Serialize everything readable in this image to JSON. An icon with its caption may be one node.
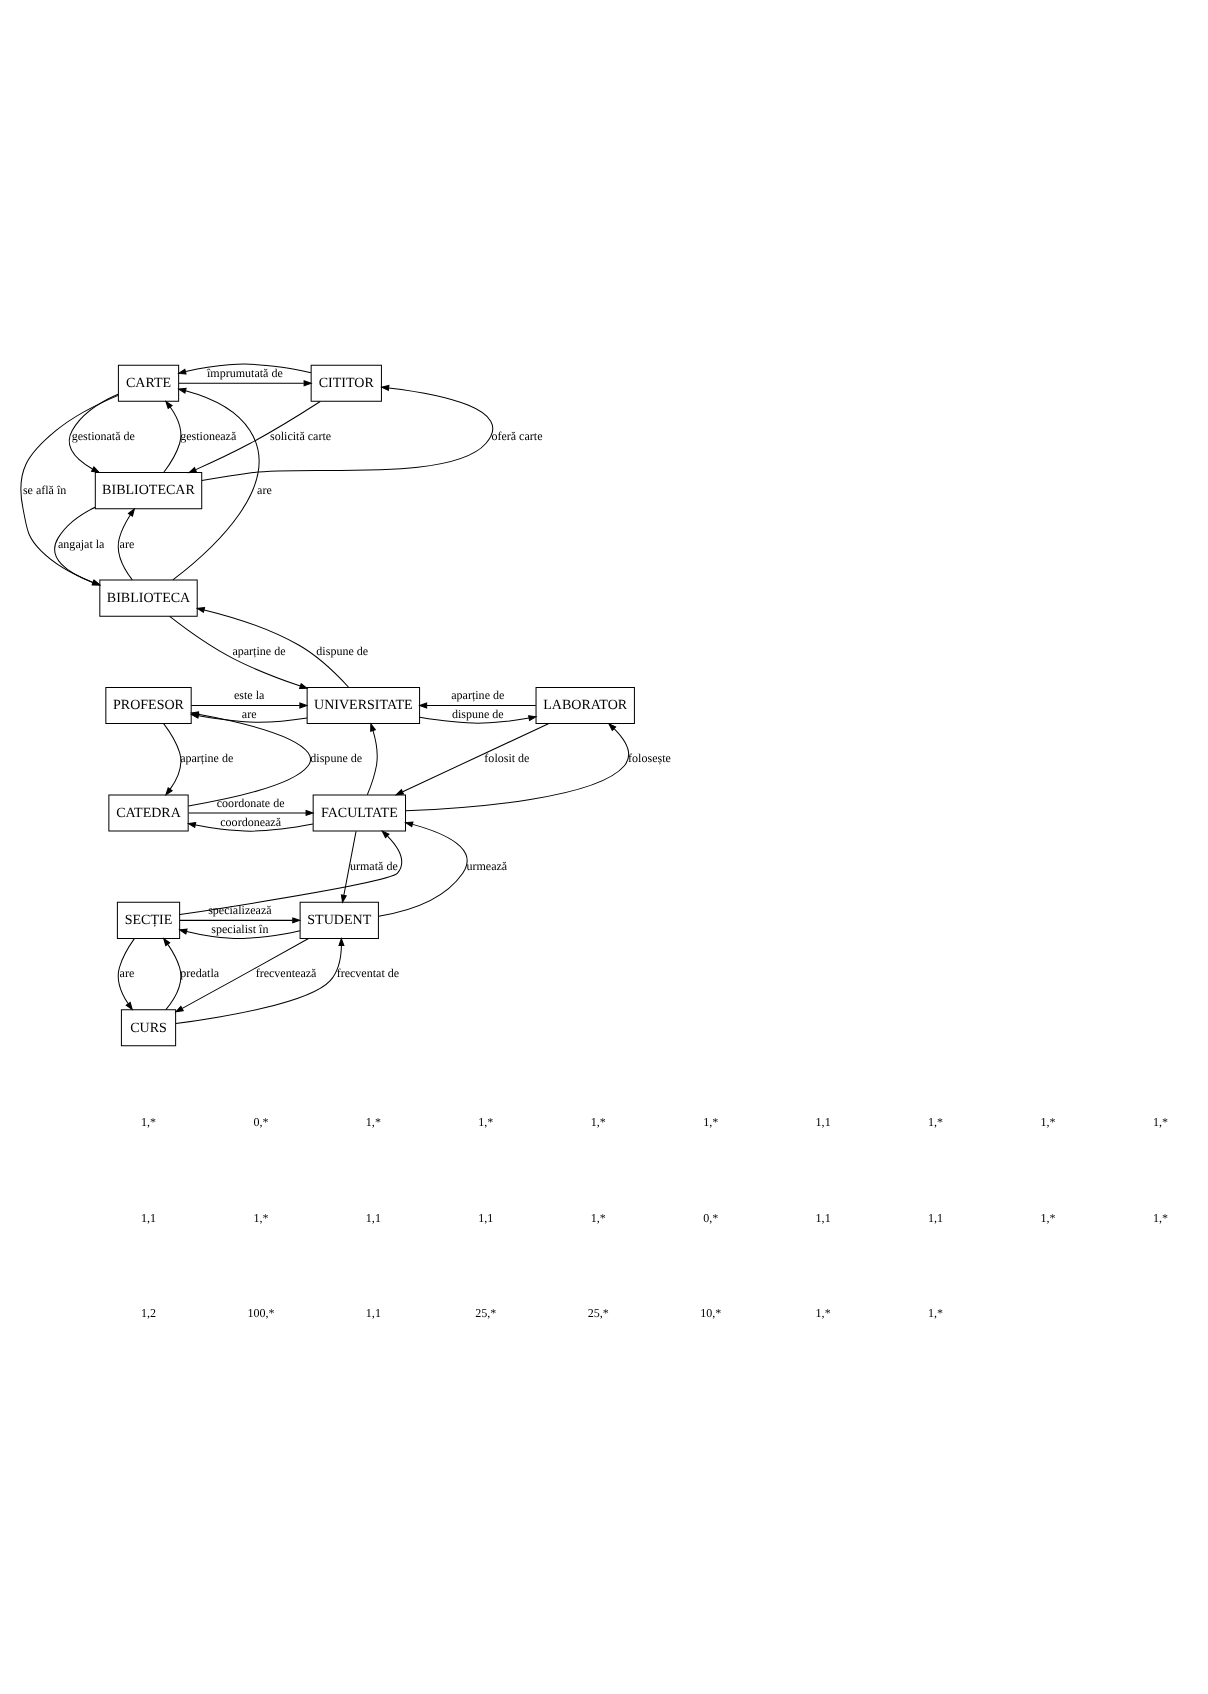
{
  "diagram": {
    "nodes": [
      {
        "text": [
          "CARTE"
        ]
      },
      {
        "text": [
          "CITITOR"
        ]
      },
      {
        "text": [
          "BIBLIOTECAR"
        ]
      },
      {
        "text": [
          "BIBLIOTECA"
        ]
      },
      {
        "text": [
          "PROFESOR"
        ]
      },
      {
        "text": [
          "UNIVERSITATE"
        ]
      },
      {
        "text": [
          "LABORATOR"
        ]
      },
      {
        "text": [
          "CATEDRA"
        ]
      },
      {
        "text": [
          "FACULTATE"
        ]
      },
      {
        "text": [
          "SECȚIE"
        ]
      },
      {
        "text": [
          "STUDENT"
        ]
      },
      {
        "text": [
          "CURS"
        ]
      }
    ],
    "edges": [
      {
        "from": 1,
        "to": 0,
        "arrow": "to"
      },
      {
        "from": 0,
        "to": 1,
        "arrow": "to",
        "label": "împrumutată de"
      },
      {
        "from": 2,
        "to": 0,
        "arrow": "to",
        "label": "gestionează"
      },
      {
        "from": 0,
        "to": 2,
        "arrow": "to",
        "label": "gestionată de"
      },
      {
        "from": 2,
        "to": 1,
        "arrow": "to",
        "label": "oferă carte"
      },
      {
        "from": 1,
        "to": 2,
        "arrow": "to",
        "label": "solicită carte"
      },
      {
        "from": 3,
        "to": 2,
        "arrow": "to",
        "label": "are"
      },
      {
        "from": 2,
        "to": 3,
        "arrow": "to",
        "label": "angajat la"
      },
      {
        "from": 3,
        "to": 0,
        "arrow": "to",
        "label": "are"
      },
      {
        "from": 0,
        "to": 3,
        "arrow": "to",
        "label": "se află în"
      },
      {
        "from": 5,
        "to": 3,
        "arrow": "to",
        "label": "dispune de"
      },
      {
        "from": 3,
        "to": 5,
        "arrow": "to",
        "label": "aparține de"
      },
      {
        "from": 5,
        "to": 4,
        "arrow": "to",
        "label": "are"
      },
      {
        "from": 4,
        "to": 5,
        "arrow": "to",
        "label": "este la"
      },
      {
        "from": 6,
        "to": 5,
        "arrow": "to",
        "label": "aparține de"
      },
      {
        "from": 5,
        "to": 6,
        "arrow": "to",
        "label": "dispune de"
      },
      {
        "from": 8,
        "to": 5,
        "arrow": "to"
      },
      {
        "from": 7,
        "to": 4,
        "arrow": "to",
        "label": "dispune de"
      },
      {
        "from": 4,
        "to": 7,
        "arrow": "to",
        "label": "aparține de"
      },
      {
        "from": 7,
        "to": 8,
        "arrow": "to",
        "label": "coordonate de"
      },
      {
        "from": 8,
        "to": 7,
        "arrow": "to",
        "label": "coordonează"
      },
      {
        "from": 8,
        "to": 6,
        "arrow": "to",
        "label": "folosește"
      },
      {
        "from": 6,
        "to": 8,
        "arrow": "to",
        "label": "folosit de"
      },
      {
        "from": 9,
        "to": 8,
        "arrow": "to"
      },
      {
        "from": 10,
        "to": 8,
        "arrow": "to",
        "label": "urmează"
      },
      {
        "from": 8,
        "to": 10,
        "arrow": "to",
        "label": "urmată de"
      },
      {
        "from": 10,
        "to": 9,
        "arrow": "to",
        "label": "specialist în"
      },
      {
        "from": 9,
        "to": 10,
        "arrow": "to",
        "label": "specializează"
      },
      {
        "from": 9,
        "to": 11,
        "arrow": "to",
        "label": "are"
      },
      {
        "from": 10,
        "to": 11,
        "arrow": "to",
        "label": "frecventează"
      },
      {
        "from": 11,
        "to": 9,
        "arrow": "to",
        "label": "predatla"
      },
      {
        "from": 11,
        "to": 10,
        "arrow": "to",
        "label": "frecventat de"
      }
    ],
    "labels": [
      "1,*",
      "0,*",
      "1,*",
      "1,*",
      "1,*",
      "1,*",
      "1,1",
      "1,*",
      "1,*",
      "1,*",
      "1,1",
      "1,*",
      "1,1",
      "1,1",
      "1,*",
      "0,*",
      "1,1",
      "1,1",
      "1,*",
      "1,*",
      "1,2",
      "100,*",
      "1,1",
      "25,*",
      "25,*",
      "10,*",
      "1,*",
      "1,*"
    ]
  }
}
